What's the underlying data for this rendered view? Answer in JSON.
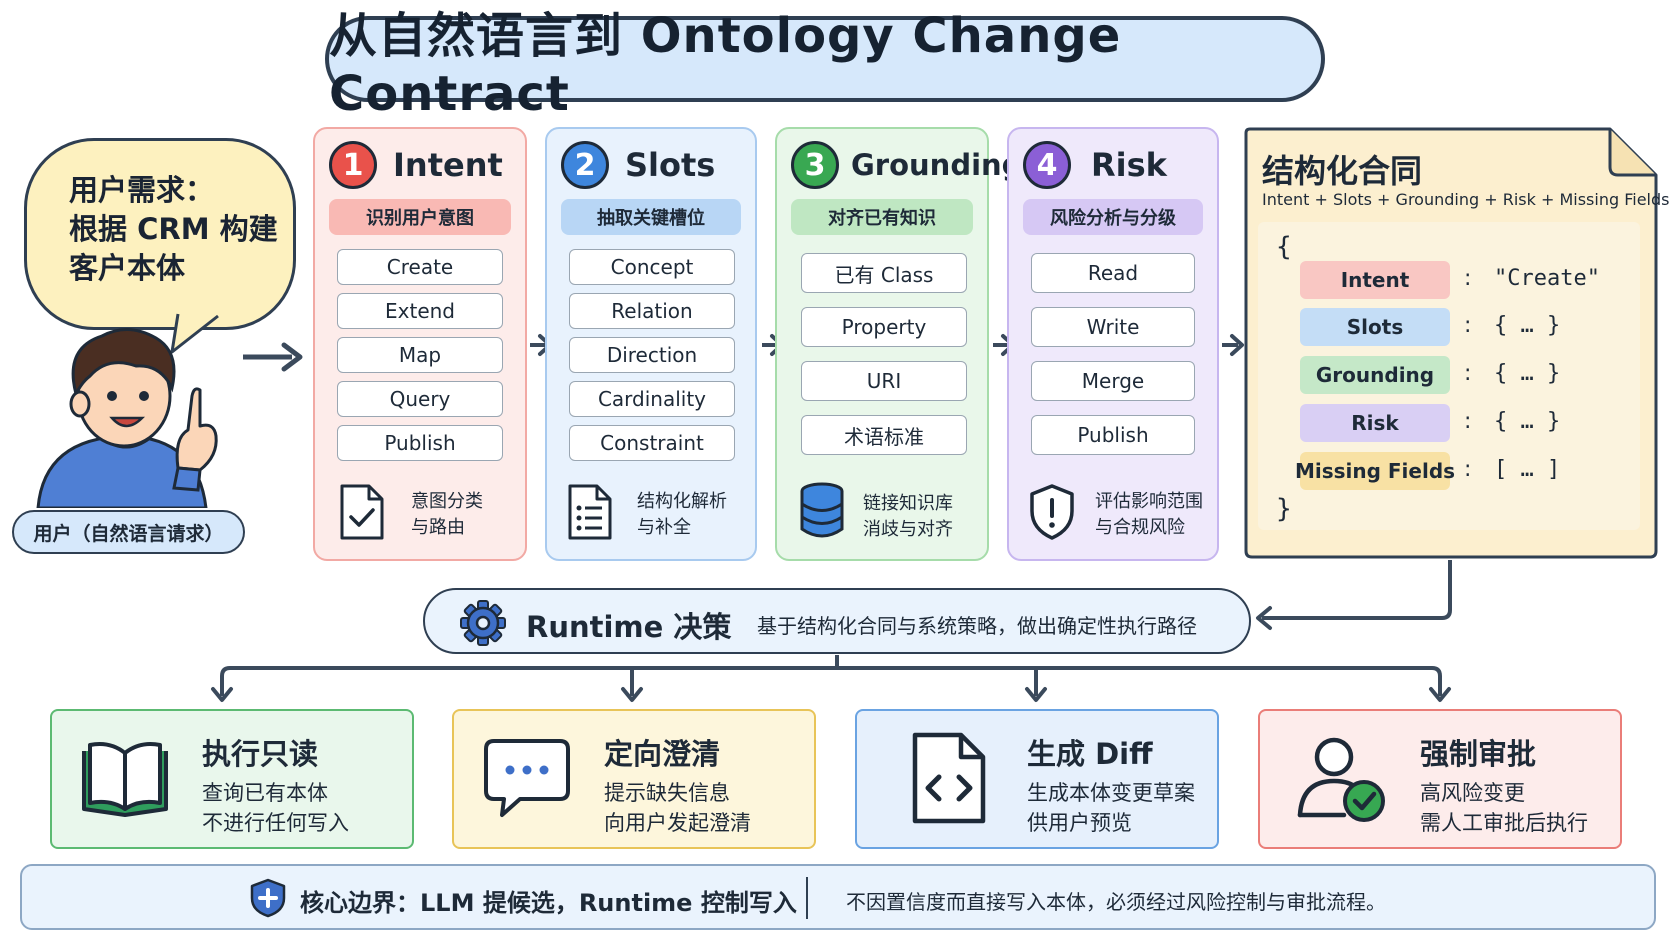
{
  "title": "从自然语言到 Ontology Change Contract",
  "user": {
    "bubble_lines": [
      "用户需求：",
      "根据 CRM 构建",
      "客户本体"
    ],
    "label": "用户（自然语言请求）"
  },
  "stages": [
    {
      "num": "1",
      "title": "Intent",
      "subtitle": "识别用户意图",
      "items": [
        "Create",
        "Extend",
        "Map",
        "Query",
        "Publish"
      ],
      "icon": "clipboard-check-icon",
      "desc": [
        "意图分类",
        "与路由"
      ],
      "colors": {
        "bg": "#fdecea",
        "border": "#f2a9a4",
        "pill": "#f9b9b4",
        "num": "#e9524b"
      }
    },
    {
      "num": "2",
      "title": "Slots",
      "subtitle": "抽取关键槽位",
      "items": [
        "Concept",
        "Relation",
        "Direction",
        "Cardinality",
        "Constraint"
      ],
      "icon": "list-document-icon",
      "desc": [
        "结构化解析",
        "与补全"
      ],
      "colors": {
        "bg": "#e8f2fd",
        "border": "#a8caef",
        "pill": "#b8d6f5",
        "num": "#3e86dd"
      }
    },
    {
      "num": "3",
      "title": "Grounding",
      "subtitle": "对齐已有知识",
      "items": [
        "已有 Class",
        "Property",
        "URI",
        "术语标准"
      ],
      "icon": "database-icon",
      "desc": [
        "链接知识库",
        "消歧与对齐"
      ],
      "colors": {
        "bg": "#e9f7ea",
        "border": "#a6dcaa",
        "pill": "#bfe7c2",
        "num": "#39a852"
      }
    },
    {
      "num": "4",
      "title": "Risk",
      "subtitle": "风险分析与分级",
      "items": [
        "Read",
        "Write",
        "Merge",
        "Publish"
      ],
      "icon": "shield-alert-icon",
      "desc": [
        "评估影响范围",
        "与合规风险"
      ],
      "colors": {
        "bg": "#efe9fb",
        "border": "#c7b6ef",
        "pill": "#d6c8f4",
        "num": "#8b5fd6"
      }
    }
  ],
  "contract": {
    "title": "结构化合同",
    "subtitle": "Intent + Slots + Grounding + Risk + Missing Fields",
    "open_brace": "{",
    "close_brace": "}",
    "fields": [
      {
        "key": "Intent",
        "value": "\"Create\"",
        "color": "#f9c7c3"
      },
      {
        "key": "Slots",
        "value": "{ … }",
        "color": "#c4ddf6"
      },
      {
        "key": "Grounding",
        "value": "{ … }",
        "color": "#c5e8c8"
      },
      {
        "key": "Risk",
        "value": "{ … }",
        "color": "#d9cff4"
      },
      {
        "key": "Missing Fields",
        "value": "[ … ]",
        "color": "#f8e1a4"
      }
    ]
  },
  "runtime": {
    "title": "Runtime 决策",
    "desc": "基于结构化合同与系统策略，做出确定性执行路径"
  },
  "outcomes": [
    {
      "title": "执行只读",
      "lines": [
        "查询已有本体",
        "不进行任何写入"
      ],
      "icon": "open-book-icon",
      "bg": "#e9f7ec",
      "border": "#5cba72"
    },
    {
      "title": "定向澄清",
      "lines": [
        "提示缺失信息",
        "向用户发起澄清"
      ],
      "icon": "chat-bubble-icon",
      "bg": "#fdf6dc",
      "border": "#e8c458"
    },
    {
      "title": "生成 Diff",
      "lines": [
        "生成本体变更草案",
        "供用户预览"
      ],
      "icon": "code-file-icon",
      "bg": "#e6f0fc",
      "border": "#6aa3e2"
    },
    {
      "title": "强制审批",
      "lines": [
        "高风险变更",
        "需人工审批后执行"
      ],
      "icon": "user-approval-icon",
      "bg": "#fdeceb",
      "border": "#ea7d78"
    }
  ],
  "footer": {
    "left": "核心边界：LLM 提候选，Runtime 控制写入",
    "right": "不因置信度而直接写入本体，必须经过风险控制与审批流程。"
  }
}
